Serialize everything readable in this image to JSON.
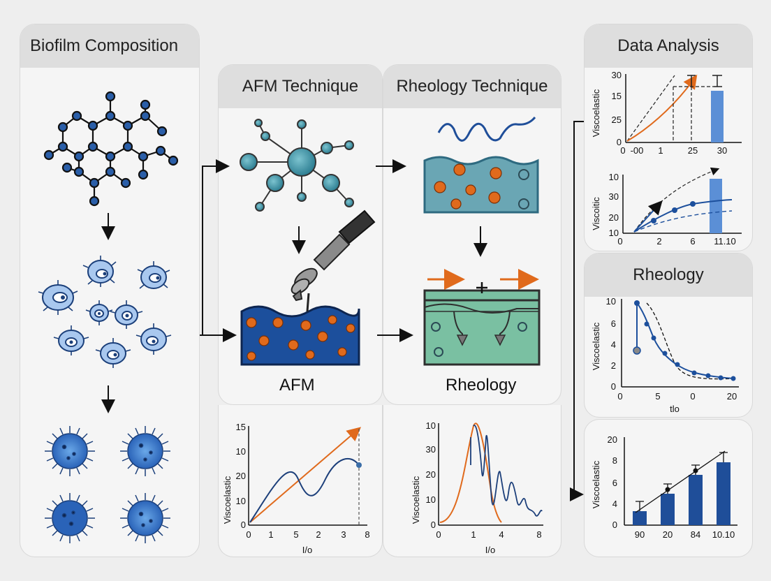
{
  "panels": {
    "composition_title": "Biofilm Composition",
    "afm_title": "AFM Technique",
    "rheology_technique_title": "Rheology Technique",
    "data_analysis_title": "Data Analysis",
    "rheology_title": "Rheology"
  },
  "labels": {
    "afm": "AFM",
    "rheology": "Rheology"
  },
  "colors": {
    "navy": "#1f4e99",
    "teal": "#3b8ea5",
    "orange": "#e06a1c",
    "sky": "#5b8fd6",
    "green_liquid": "#6fb89a",
    "panel_bg": "#f5f5f5",
    "header_bg": "#dedede"
  },
  "icons": [
    "molecule-icon",
    "bacteria-icon",
    "microbe-icon",
    "afm-probe-icon",
    "liquid-bath-icon",
    "rheometer-icon",
    "arrow-icon"
  ],
  "chart_data": [
    {
      "id": "afm_chart",
      "type": "line",
      "ylabel": "Viscoelastic",
      "xlabel": "I/o",
      "xticks": [
        "0",
        "1",
        "5",
        "2",
        "3",
        "8"
      ],
      "yticks": [
        "0",
        "10",
        "20",
        "10",
        "15"
      ]
    },
    {
      "id": "rheo_tech_chart",
      "type": "line",
      "ylabel": "Viscoelastic",
      "xlabel": "I/o",
      "xticks": [
        "0",
        "1",
        "4",
        "8"
      ],
      "yticks": [
        "0",
        "10",
        "20",
        "30",
        "10"
      ]
    },
    {
      "id": "data_chart_1",
      "type": "bar",
      "ylabel": "Viscoelastic",
      "xticks": [
        "0",
        "-00",
        "1",
        "25",
        "30"
      ],
      "yticks": [
        "0",
        "25",
        "15",
        "30"
      ]
    },
    {
      "id": "data_chart_2",
      "type": "line",
      "ylabel": "Viscoitic",
      "xticks": [
        "0",
        "2",
        "6",
        "11.10"
      ],
      "yticks": [
        "10",
        "30",
        "20",
        "10"
      ]
    },
    {
      "id": "rheo_chart",
      "type": "line",
      "ylabel": "Viscoelastic",
      "xlabel": "tlo",
      "xticks": [
        "0",
        "5",
        "0",
        "20"
      ],
      "yticks": [
        "0",
        "2",
        "4",
        "6",
        "8",
        "10"
      ]
    },
    {
      "id": "bar_chart",
      "type": "bar",
      "ylabel": "Viscoelastic",
      "categories": [
        "90",
        "20",
        "84",
        "10.10"
      ],
      "values": [
        2,
        4.5,
        7.2,
        9
      ],
      "yticks": [
        "0",
        "4",
        "6",
        "8",
        "20"
      ],
      "ylim": [
        0,
        12
      ]
    }
  ]
}
